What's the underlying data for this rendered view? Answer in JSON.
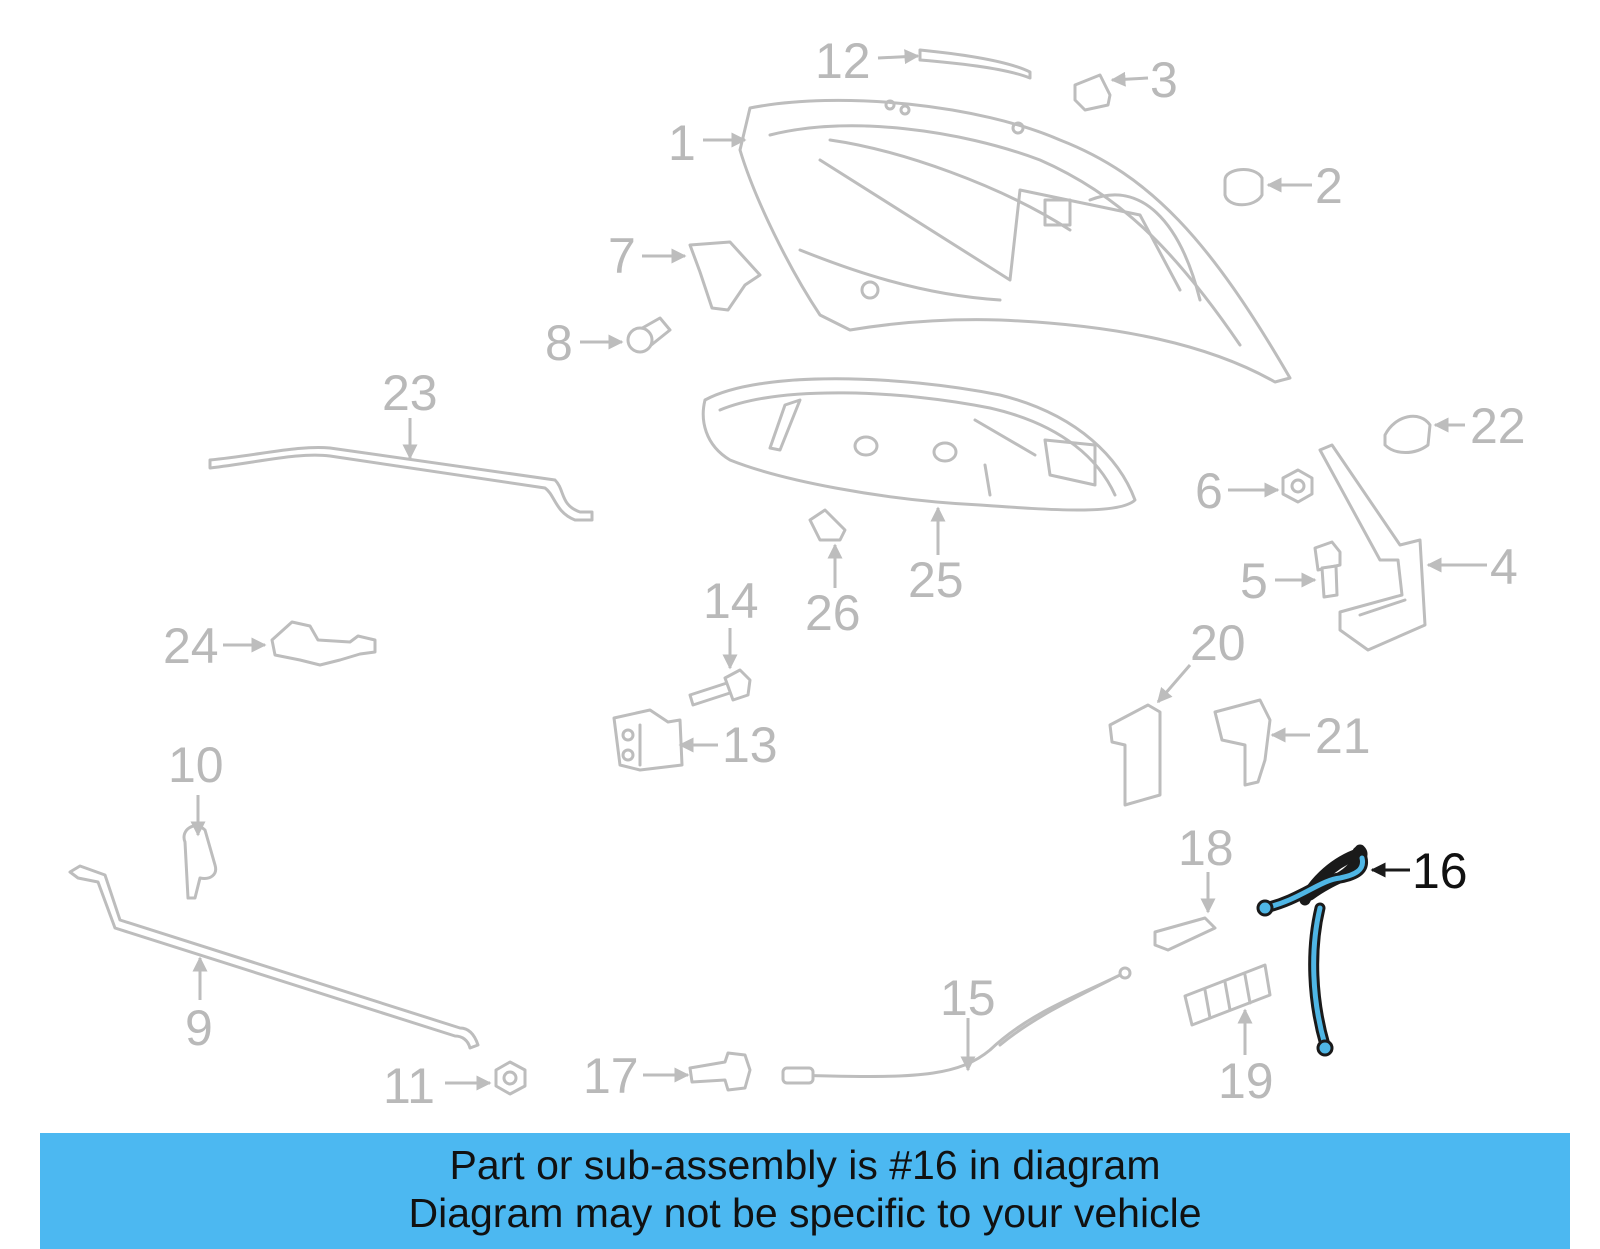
{
  "diagram": {
    "highlight_color": "#4fb6e5",
    "part_color": "#bdbdbd",
    "highlighted_part": "16",
    "callouts": {
      "c1": "1",
      "c2": "2",
      "c3": "3",
      "c4": "4",
      "c5": "5",
      "c6": "6",
      "c7": "7",
      "c8": "8",
      "c9": "9",
      "c10": "10",
      "c11": "11",
      "c12": "12",
      "c13": "13",
      "c14": "14",
      "c15": "15",
      "c16": "16",
      "c17": "17",
      "c18": "18",
      "c19": "19",
      "c20": "20",
      "c21": "21",
      "c22": "22",
      "c23": "23",
      "c24": "24",
      "c25": "25",
      "c26": "26"
    }
  },
  "banner": {
    "background": "#4cb8f1",
    "line1": "Part or sub-assembly is #16 in diagram",
    "line2": "Diagram may not be specific to your vehicle"
  }
}
